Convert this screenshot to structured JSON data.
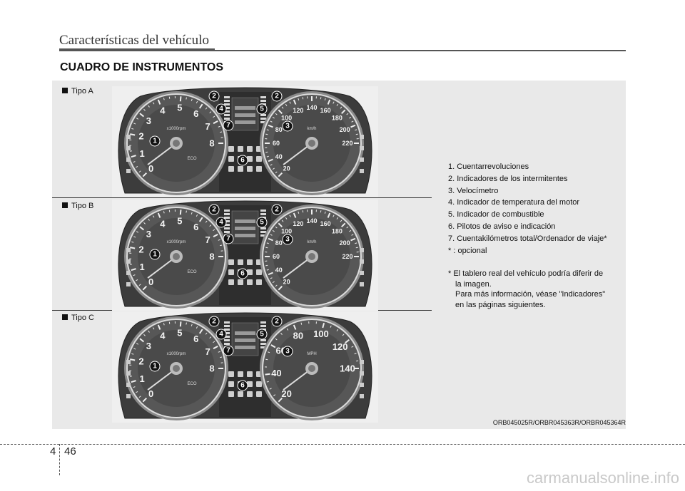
{
  "header": {
    "title": "Características del vehículo"
  },
  "section": {
    "title": "CUADRO DE INSTRUMENTOS"
  },
  "types": [
    {
      "label": "Tipo A",
      "speed_ticks": [
        "20",
        "40",
        "60",
        "80",
        "100",
        "120",
        "140",
        "160",
        "180",
        "200",
        "220"
      ],
      "speed_unit": "km/h"
    },
    {
      "label": "Tipo B",
      "speed_ticks": [
        "20",
        "40",
        "60",
        "80",
        "100",
        "120",
        "140",
        "160",
        "180",
        "200",
        "220"
      ],
      "speed_unit": "km/h"
    },
    {
      "label": "Tipo C",
      "speed_ticks": [
        "20",
        "40",
        "60",
        "80",
        "100",
        "120",
        "140"
      ],
      "speed_unit": "MPH"
    }
  ],
  "tacho": {
    "ticks": [
      "0",
      "1",
      "2",
      "3",
      "4",
      "5",
      "6",
      "7",
      "8"
    ],
    "unit": "x1000rpm",
    "eco": "ECO"
  },
  "badges": {
    "left_turn": "2",
    "right_turn": "2",
    "temp": "4",
    "fuel": "5",
    "odometer": "7",
    "speedo": "3",
    "warning": "6",
    "tacho": "1"
  },
  "legend": [
    "1. Cuentarrevoluciones",
    "2. Indicadores de los intermitentes",
    "3. Velocímetro",
    "4. Indicador de temperatura del motor",
    "5. Indicador de combustible",
    "6. Pilotos de aviso e indicación",
    "7. Cuentakilómetros total/Ordenador de viaje*",
    "* : opcional"
  ],
  "note": {
    "line1": "* El tablero real del vehículo podría diferir de",
    "line2": "la imagen.",
    "line3": "Para más información, véase \"Indicadores\"",
    "line4": "en las páginas siguientes."
  },
  "reference": "ORB045025R/ORBR045363R/ORBR045364R",
  "page": {
    "section": "4",
    "number": "46"
  },
  "watermark": "carmanualsonline.info"
}
